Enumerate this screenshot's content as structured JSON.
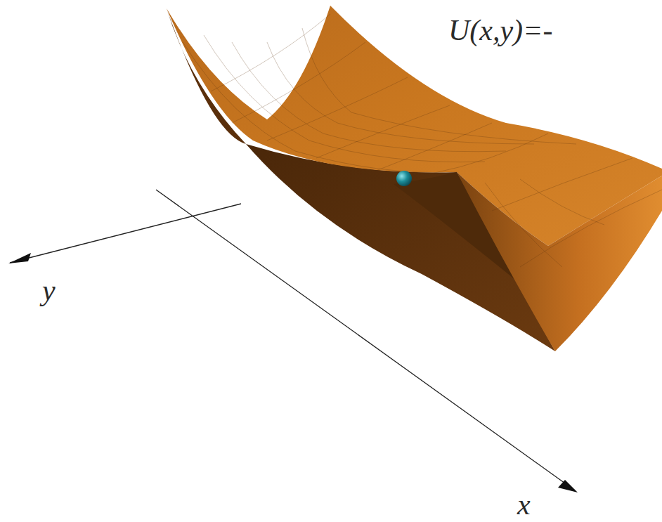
{
  "diagram": {
    "labels": [
      "U(x,y)=-",
      "y",
      "x"
    ]
  }
}
